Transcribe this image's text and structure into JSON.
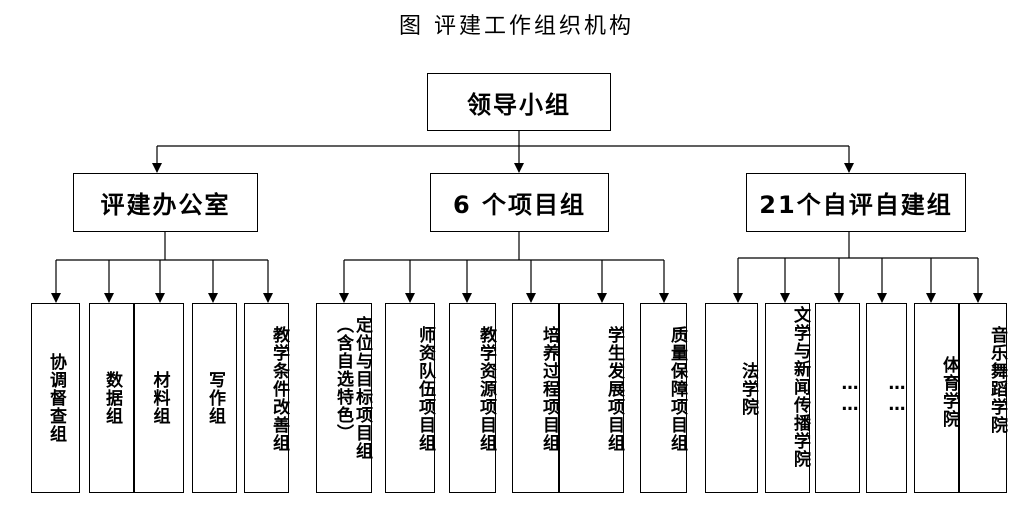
{
  "title": "图   评建工作组织机构",
  "root": "领导小组",
  "level1": [
    "评建办公室",
    "6 个项目组",
    "21个自评自建组"
  ],
  "office_groups": [
    "协调督查组",
    "数据组",
    "材料组",
    "写作组",
    "教学条件改善组"
  ],
  "project_groups": [
    "定位与目标项目组",
    "（含自选特色）",
    "师资队伍项目组",
    "教学资源项目组",
    "培养过程项目组",
    "学生发展项目组",
    "质量保障项目组"
  ],
  "self_groups": [
    "法学院",
    "文学与新闻传播学院",
    "……",
    "……",
    "体育学院",
    "音乐舞蹈学院"
  ]
}
